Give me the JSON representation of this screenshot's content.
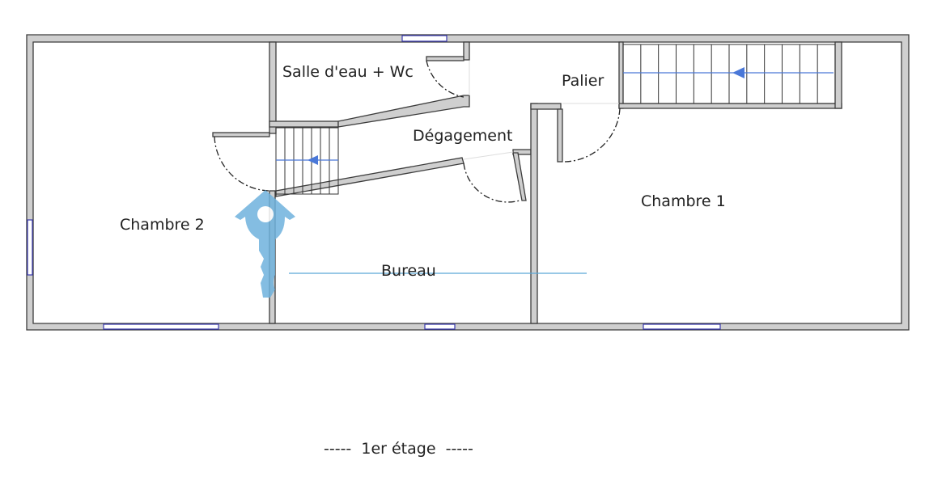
{
  "plan": {
    "rooms": {
      "salle_eau": "Salle d'eau + Wc",
      "palier": "Palier",
      "degagement": "Dégagement",
      "chambre1": "Chambre 1",
      "chambre2": "Chambre 2",
      "bureau": "Bureau"
    },
    "caption": "-----  1er étage  -----",
    "colors": {
      "wall": "#cfcfcf",
      "window": "#3a3ab0",
      "arrow": "#4a78d8",
      "key": "#6fb2dd"
    }
  }
}
